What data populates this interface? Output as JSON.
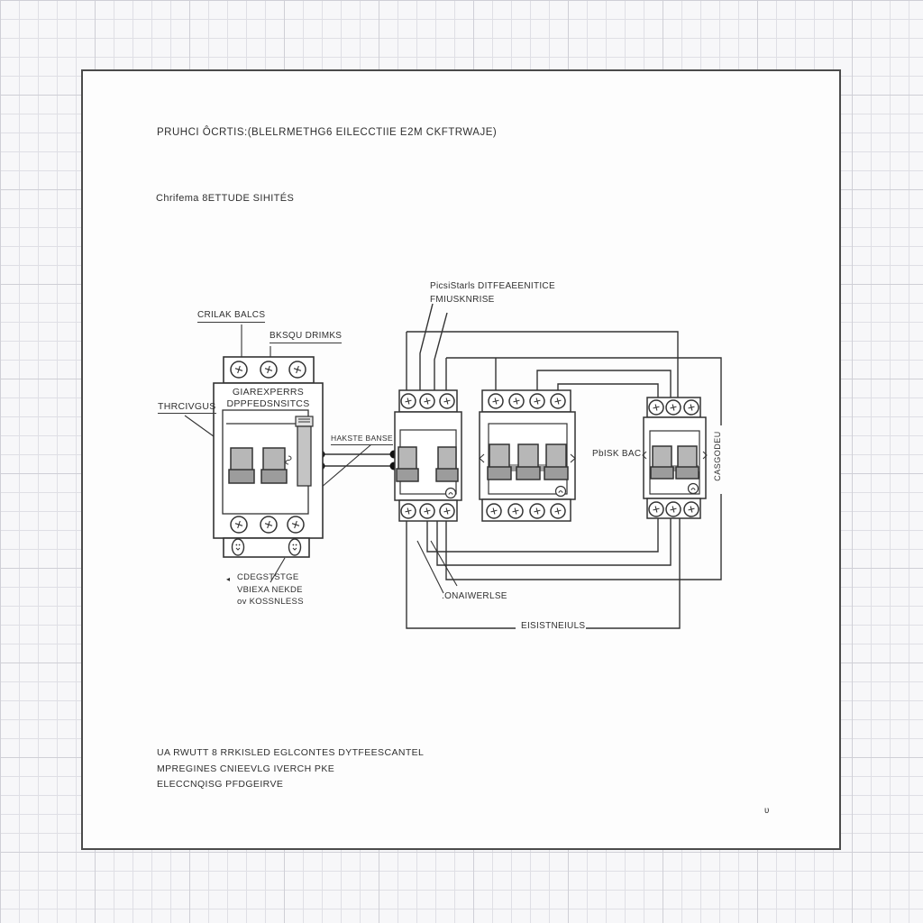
{
  "page": {
    "title": "PRUHCI ÔCRTIS:(BLELRMETHG6 EILECCTIIE E2M CKFTRWAJE)",
    "subtitle": "Chrifema 8ETTUDE SIHITÉS",
    "footer_line1": "UA RWUTT 8 RRKISLED EGLCONTES DYTFEESCANTEL",
    "footer_line2": "MPREGINES CNIEEVLG IVERCH PKE",
    "footer_line3": "ELECCNQISG PFDGEIRVE",
    "page_mark": "ʋ"
  },
  "labels": {
    "terminal_top_left": "CRILAK BALCS",
    "terminal_top_right": "BKSQU DRIMKS",
    "breaker_side": "THRCIVGUS",
    "breaker_name_line1": "GIAREXPERRS",
    "breaker_name_line2": "DPPFEDSNSITCS",
    "bus_link": "HAKSTE BANSE",
    "differential_line1": "PicsiStarls DITFEAEENITICE",
    "differential_line2": "FMIUSKNRISE",
    "bus_bar": "PbISK BAC",
    "cascade_vertical": "CASGODEU",
    "bottom_note_bullet": "◂",
    "bottom_note_line1": "CDEGSTSTGE",
    "bottom_note_line2": "VBIEXA NEKDE",
    "bottom_note_line3": "ov KOSSNLESS",
    "wire_label_left": ".ONAIWERLSE",
    "wire_label_bottom": "EISISTNEIULS"
  },
  "colors": {
    "paper": "#fdfdfd",
    "paper_border": "#4b4b4b",
    "grid_line": "#cfcfd6",
    "ink": "#333333",
    "toggle_fill": "#b7b7b7",
    "toggle_bar": "#9c9c9c"
  }
}
